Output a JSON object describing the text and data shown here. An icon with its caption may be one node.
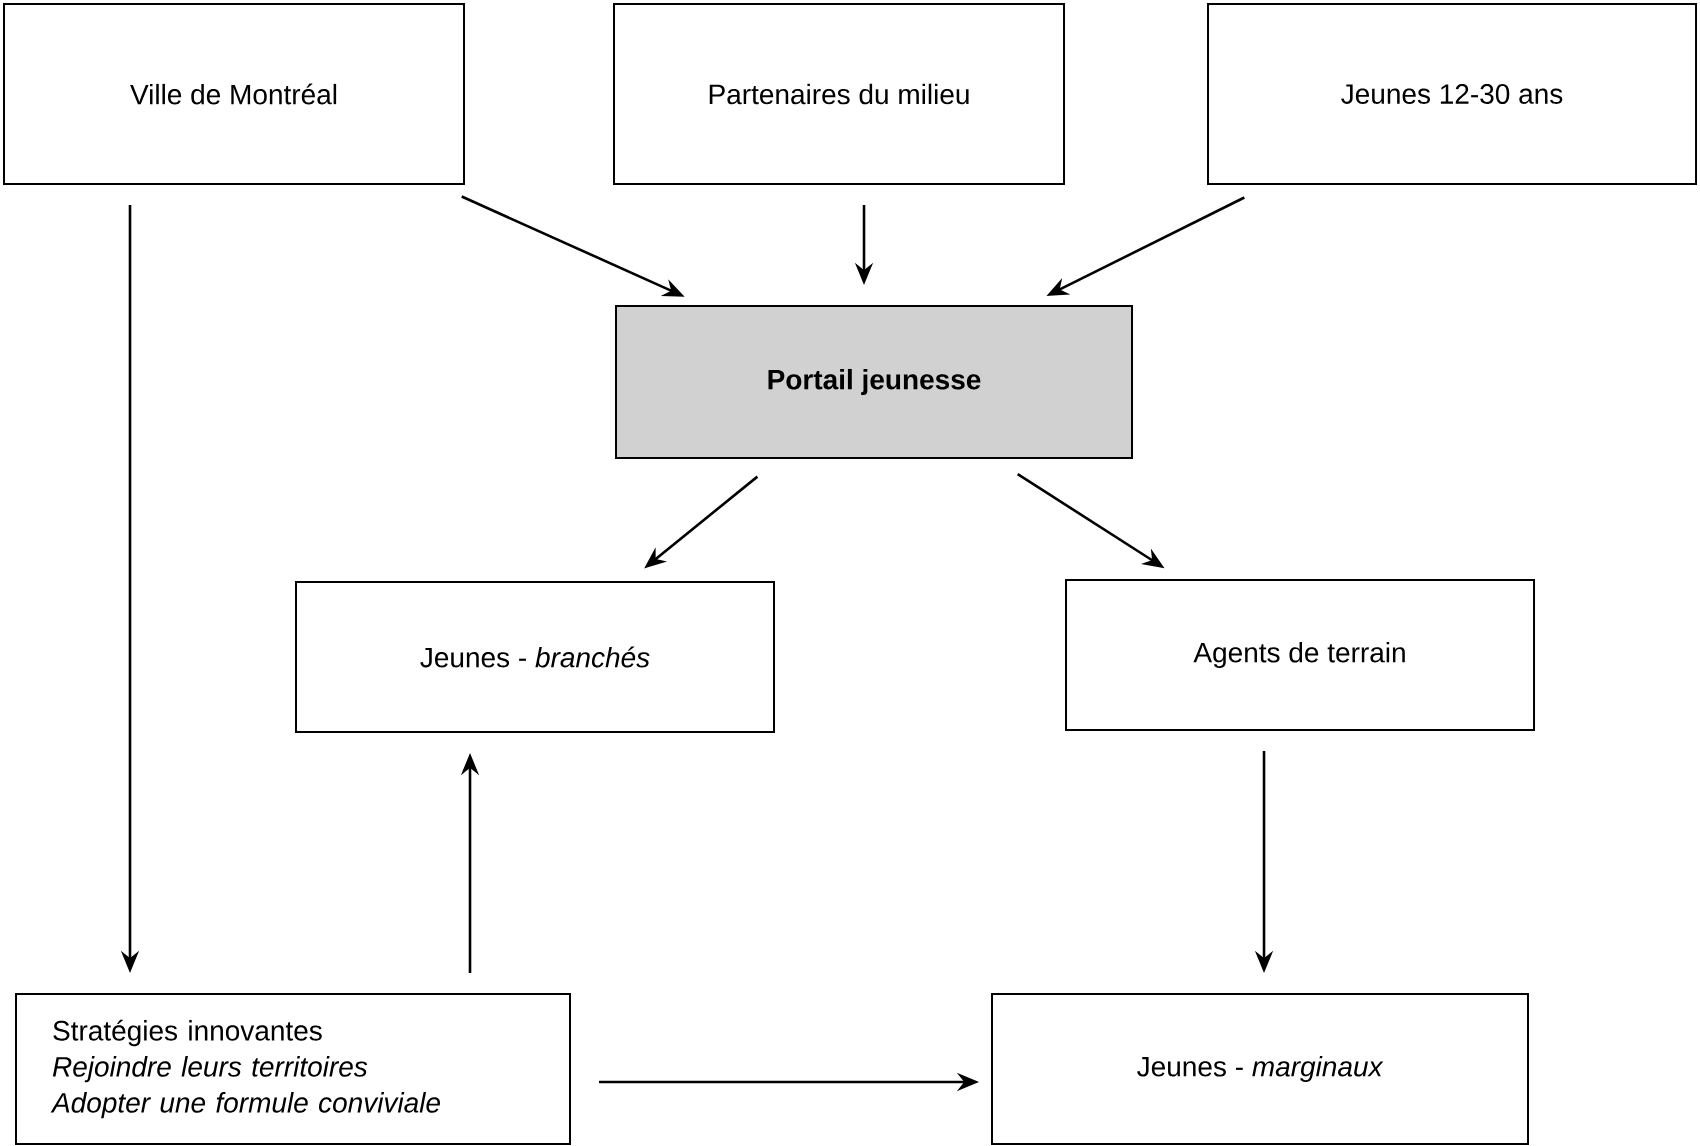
{
  "diagram": {
    "nodes": [
      {
        "text": [
          "Ville de Montréal"
        ]
      },
      {
        "text": [
          "Partenaires du milieu"
        ]
      },
      {
        "text": [
          "Jeunes 12-30 ans"
        ]
      },
      {
        "text": [
          "Portail jeunesse"
        ]
      },
      {
        "text": [
          "Jeunes - *branchés*"
        ]
      },
      {
        "text": [
          "Agents de terrain"
        ]
      },
      {
        "text": [
          "Stratégies innovantes",
          "Rejoindre leurs territoires",
          "Adopter une formule conviviale"
        ]
      },
      {
        "text": [
          "Jeunes - *marginaux*"
        ]
      }
    ],
    "edges": [
      {
        "from": 0,
        "to": 3,
        "arrow": "to"
      },
      {
        "from": 1,
        "to": 3,
        "arrow": "to"
      },
      {
        "from": 2,
        "to": 3,
        "arrow": "to"
      },
      {
        "from": 3,
        "to": 4,
        "arrow": "to"
      },
      {
        "from": 3,
        "to": 5,
        "arrow": "to"
      },
      {
        "from": 0,
        "to": 6,
        "arrow": "to"
      },
      {
        "from": 6,
        "to": 4,
        "arrow": "to"
      },
      {
        "from": 5,
        "to": 7,
        "arrow": "to"
      },
      {
        "from": 6,
        "to": 7,
        "arrow": "to"
      }
    ]
  }
}
